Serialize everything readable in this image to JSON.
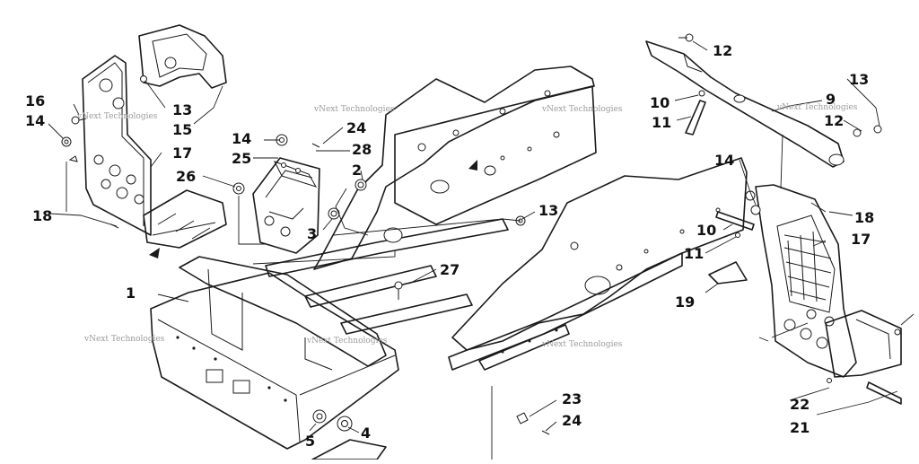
{
  "callouts": [
    {
      "label": "1"
    },
    {
      "label": "2"
    },
    {
      "label": "3"
    },
    {
      "label": "4"
    },
    {
      "label": "5"
    },
    {
      "label": "9"
    },
    {
      "label": "10"
    },
    {
      "label": "10"
    },
    {
      "label": "11"
    },
    {
      "label": "11"
    },
    {
      "label": "12"
    },
    {
      "label": "12"
    },
    {
      "label": "13"
    },
    {
      "label": "13"
    },
    {
      "label": "13"
    },
    {
      "label": "14"
    },
    {
      "label": "14"
    },
    {
      "label": "14"
    },
    {
      "label": "15"
    },
    {
      "label": "16"
    },
    {
      "label": "17"
    },
    {
      "label": "17"
    },
    {
      "label": "18"
    },
    {
      "label": "18"
    },
    {
      "label": "19"
    },
    {
      "label": "21"
    },
    {
      "label": "22"
    },
    {
      "label": "23"
    },
    {
      "label": "24"
    },
    {
      "label": "24"
    },
    {
      "label": "25"
    },
    {
      "label": "26"
    },
    {
      "label": "27"
    },
    {
      "label": "28"
    }
  ],
  "watermarks": [
    {
      "text": "vNext Technologies"
    },
    {
      "text": "vNext Technologies"
    },
    {
      "text": "vNext Technologies"
    },
    {
      "text": "vNext Technologies"
    },
    {
      "text": "vNext Technologies"
    },
    {
      "text": "vNext Technologies"
    },
    {
      "text": "vNext Technologies"
    }
  ],
  "colors": {
    "line": "#1a1a1a",
    "background": "#ffffff",
    "watermark": "#9a9a9a"
  }
}
